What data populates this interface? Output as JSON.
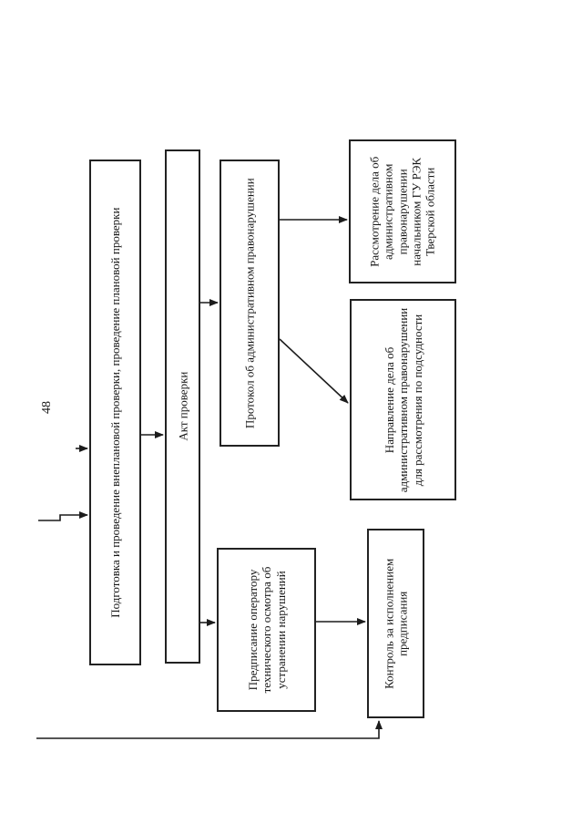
{
  "page": {
    "number": "48",
    "background_color": "#ffffff",
    "ink_color": "#1c1c1c"
  },
  "diagram": {
    "boxes": [
      {
        "id": "preparation",
        "label": "Подготовка и проведение внеплановой проверки, проведение плановой проверки"
      },
      {
        "id": "inspection-act",
        "label": "Акт проверки"
      },
      {
        "id": "protocol",
        "label": "Протокол об административном правонарушении"
      },
      {
        "id": "case-consideration",
        "label": "Рассмотрение дела об\nадминистративном\nправонарушении\nначальником ГУ РЭК\nТверской области"
      },
      {
        "id": "case-referral",
        "label": "Направление дела об\nадминистративном правонарушении\nдля рассмотрения по подсудности"
      },
      {
        "id": "prescription",
        "label": "Предписание оператору\nтехнического осмотра об\nустранении нарушений"
      },
      {
        "id": "control",
        "label": "Контроль за исполнением\nпредписания"
      }
    ]
  }
}
